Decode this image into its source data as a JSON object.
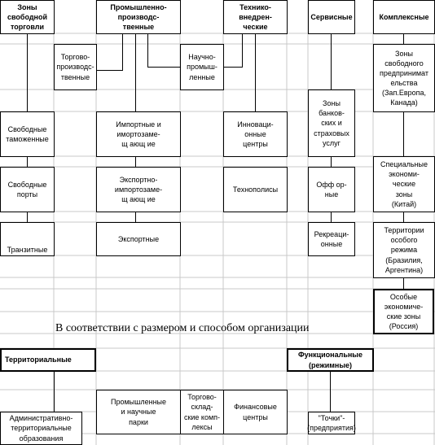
{
  "top_categories": {
    "trade": "Зоны\nсвободной\nторговли",
    "industrial": "Промышленно-\nпроизводс-\nтвенные",
    "tech": "Технико-\nвнедрен-\nческие",
    "service": "Сервисные",
    "complex": "Комплексные"
  },
  "sub": {
    "trade_production": "Торгово-\nпроизводс-\nтвенные",
    "sci_industrial": "Научно-\nпромыш-\nленные",
    "free_entrepreneur": "Зоны\nсвободного\nпредпринимат\nельства\n(Зап.Европа,\nКанада)",
    "free_customs": "Свободные\nтаможенные",
    "import_sub": "Импортные и\nимортозаме-\nщ ающ ие",
    "innovation": "Инновaци-\nонные\nцентры",
    "banking": "Зоны\nбанков-\nских и\nстраховых\nуслуг",
    "free_ports": "Свободные\nпорты",
    "export_sub": "Экспортно-\nимпортозаме-\nщ ающ ие",
    "technopolis": "Технополисы",
    "offshore": "Офф ор-\nные",
    "special_econ": "Специальные\nэкономи-\nческие\nзоны\n(Китай)",
    "transit": "Транзитные",
    "export": "Экспортные",
    "recreation": "Рекреаци-\nонные",
    "special_regime": "Территории\nособого\nрежима\n(Бразилия,\nАргентина)",
    "special_russia": "Особые\nэкономиче-\nские зоны\n(Россия)"
  },
  "caption": "В соответствии с размером и способом организации",
  "bottom": {
    "territorial": "Территориальные",
    "functional": "Функциональные\n(режимные)",
    "admin": "Административно-\nтерриториальные\nобразования",
    "industrial_parks": "Промышленные\nи научные\nпарки",
    "trade_warehouse": "Торгово-\nсклад-\nские комп-\nлексы",
    "financial": "Финансовые\nцентры",
    "points": "\"Точки\"-\n(предприятия)"
  }
}
